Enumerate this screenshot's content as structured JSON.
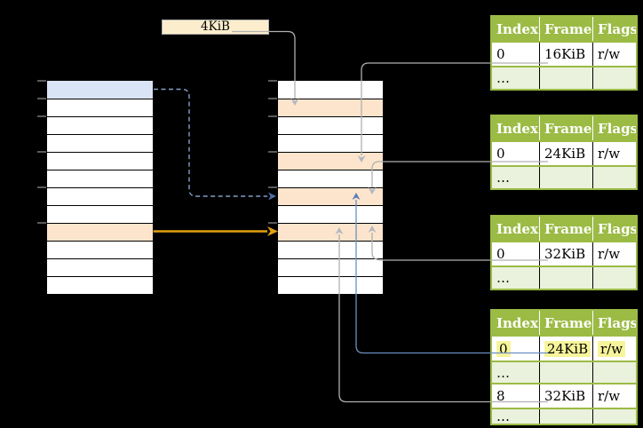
{
  "colors": {
    "background": "#000000",
    "memory_row_white": "#ffffff",
    "memory_border": "#000000",
    "highlight_blue_row": "#d9e5f6",
    "highlight_orange_row": "#fce5cc",
    "size_box_fill": "#fceecc",
    "size_box_border": "#b0b0b0",
    "table_green": "#9bbb45",
    "table_light_green_row": "#eaf1dc",
    "table_text_header": "#ffffff",
    "cell_highlight_yellow": "#f7f49b",
    "gray_line": "#b0b0b0",
    "gray_arrowhead": "#b2b7c2",
    "blue_line": "#6b8fc4",
    "blue_arrowhead": "#5b7cb8",
    "dashed_blue_line": "#859ec7",
    "dashed_blue_arrowhead": "#506ea5",
    "orange_arrow": "#e2a110",
    "tick_gray": "#787878"
  },
  "size_label": {
    "text": "4KiB"
  },
  "virtual_memory": {
    "row_count": 12,
    "highlighted_rows": [
      {
        "row_index": 0,
        "color": "blue"
      },
      {
        "row_index": 8,
        "color": "orange"
      }
    ],
    "tick_row_boundaries": [
      0,
      1,
      2,
      4,
      6,
      8
    ]
  },
  "physical_memory": {
    "row_count": 12,
    "highlighted_rows": [
      {
        "row_index": 1,
        "color": "orange"
      },
      {
        "row_index": 4,
        "color": "orange"
      },
      {
        "row_index": 6,
        "color": "orange"
      },
      {
        "row_index": 8,
        "color": "orange"
      }
    ],
    "tick_row_boundaries": [
      0,
      1,
      2,
      4,
      6,
      8
    ]
  },
  "page_tables": [
    {
      "headers": [
        "Index",
        "Frame",
        "Flags"
      ],
      "rows": [
        {
          "cells": [
            "0",
            "16KiB",
            "r/w"
          ],
          "highlighted": false
        },
        {
          "cells": [
            "…",
            "",
            ""
          ],
          "highlighted": false
        }
      ]
    },
    {
      "headers": [
        "Index",
        "Frame",
        "Flags"
      ],
      "rows": [
        {
          "cells": [
            "0",
            "24KiB",
            "r/w"
          ],
          "highlighted": false
        },
        {
          "cells": [
            "…",
            "",
            ""
          ],
          "highlighted": false
        }
      ]
    },
    {
      "headers": [
        "Index",
        "Frame",
        "Flags"
      ],
      "rows": [
        {
          "cells": [
            "0",
            "32KiB",
            "r/w"
          ],
          "highlighted": false
        },
        {
          "cells": [
            "…",
            "",
            ""
          ],
          "highlighted": false
        }
      ]
    },
    {
      "headers": [
        "Index",
        "Frame",
        "Flags"
      ],
      "rows": [
        {
          "cells": [
            "0",
            "24KiB",
            "r/w"
          ],
          "highlighted": true
        },
        {
          "cells": [
            "…",
            "",
            ""
          ],
          "highlighted": false
        },
        {
          "cells": [
            "8",
            "32KiB",
            "r/w"
          ],
          "highlighted": false
        },
        {
          "cells": [
            "…",
            "",
            ""
          ],
          "highlighted": false
        }
      ]
    }
  ]
}
